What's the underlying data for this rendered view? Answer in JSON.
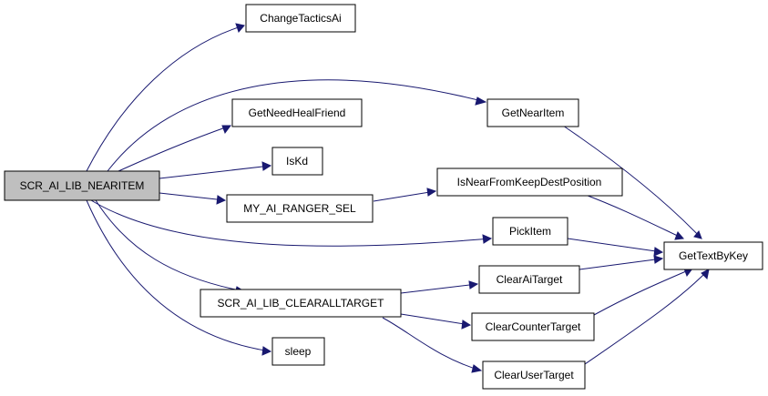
{
  "graph": {
    "nodes": [
      {
        "id": "root",
        "label": "SCR_AI_LIB_NEARITEM"
      },
      {
        "id": "change_tactics",
        "label": "ChangeTacticsAi"
      },
      {
        "id": "get_near_item",
        "label": "GetNearItem"
      },
      {
        "id": "get_need_heal",
        "label": "GetNeedHealFriend"
      },
      {
        "id": "is_kd",
        "label": "IsKd"
      },
      {
        "id": "my_ai_ranger",
        "label": "MY_AI_RANGER_SEL"
      },
      {
        "id": "is_near_keep",
        "label": "IsNearFromKeepDestPosition"
      },
      {
        "id": "pick_item",
        "label": "PickItem"
      },
      {
        "id": "get_text_by_key",
        "label": "GetTextByKey"
      },
      {
        "id": "clear_all_target",
        "label": "SCR_AI_LIB_CLEARALLTARGET"
      },
      {
        "id": "clear_ai_target",
        "label": "ClearAiTarget"
      },
      {
        "id": "clear_counter_target",
        "label": "ClearCounterTarget"
      },
      {
        "id": "clear_user_target",
        "label": "ClearUserTarget"
      },
      {
        "id": "sleep",
        "label": "sleep"
      }
    ],
    "edges": [
      {
        "from": "root",
        "to": "change_tactics"
      },
      {
        "from": "root",
        "to": "get_near_item"
      },
      {
        "from": "root",
        "to": "get_need_heal"
      },
      {
        "from": "root",
        "to": "is_kd"
      },
      {
        "from": "root",
        "to": "my_ai_ranger"
      },
      {
        "from": "root",
        "to": "pick_item"
      },
      {
        "from": "root",
        "to": "clear_all_target"
      },
      {
        "from": "root",
        "to": "sleep"
      },
      {
        "from": "get_near_item",
        "to": "get_text_by_key"
      },
      {
        "from": "my_ai_ranger",
        "to": "is_near_keep"
      },
      {
        "from": "is_near_keep",
        "to": "get_text_by_key"
      },
      {
        "from": "pick_item",
        "to": "get_text_by_key"
      },
      {
        "from": "clear_all_target",
        "to": "clear_ai_target"
      },
      {
        "from": "clear_all_target",
        "to": "clear_counter_target"
      },
      {
        "from": "clear_all_target",
        "to": "clear_user_target"
      },
      {
        "from": "clear_ai_target",
        "to": "get_text_by_key"
      },
      {
        "from": "clear_counter_target",
        "to": "get_text_by_key"
      },
      {
        "from": "clear_user_target",
        "to": "get_text_by_key"
      }
    ],
    "colors": {
      "root_fill": "#bfbfbf",
      "node_fill": "#ffffff",
      "node_border": "#000000",
      "edge": "#191970"
    }
  }
}
